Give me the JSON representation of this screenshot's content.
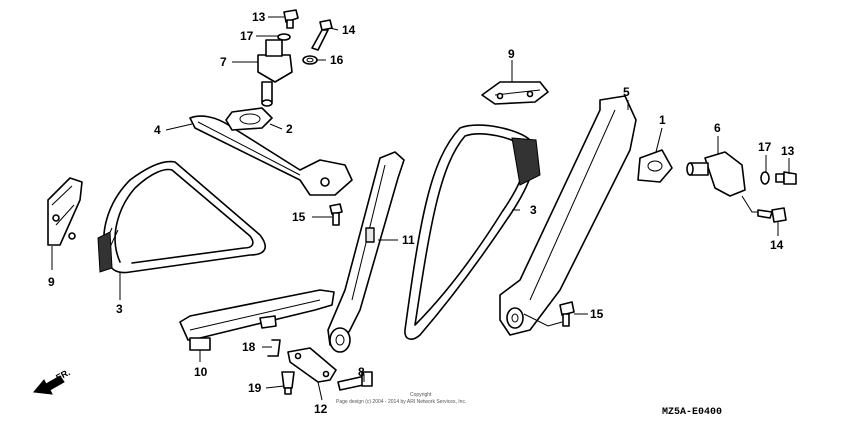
{
  "callouts": {
    "c1": "1",
    "c2": "2",
    "c3a": "3",
    "c3b": "3",
    "c4": "4",
    "c5": "5",
    "c6": "6",
    "c7": "7",
    "c8": "8",
    "c9a": "9",
    "c9b": "9",
    "c10": "10",
    "c11": "11",
    "c12": "12",
    "c13a": "13",
    "c13b": "13",
    "c14a": "14",
    "c14b": "14",
    "c15a": "15",
    "c15b": "15",
    "c16": "16",
    "c17a": "17",
    "c17b": "17",
    "c18": "18",
    "c19": "19"
  },
  "footer": {
    "direction": "FR.",
    "copyright_line1": "Copyright",
    "copyright_line2": "Page design (c) 2004 - 2014 by ARI Network Services, Inc.",
    "diagram_code": "MZ5A-E0400"
  },
  "icons": {
    "direction_arrow": "arrow-down-left-icon"
  }
}
